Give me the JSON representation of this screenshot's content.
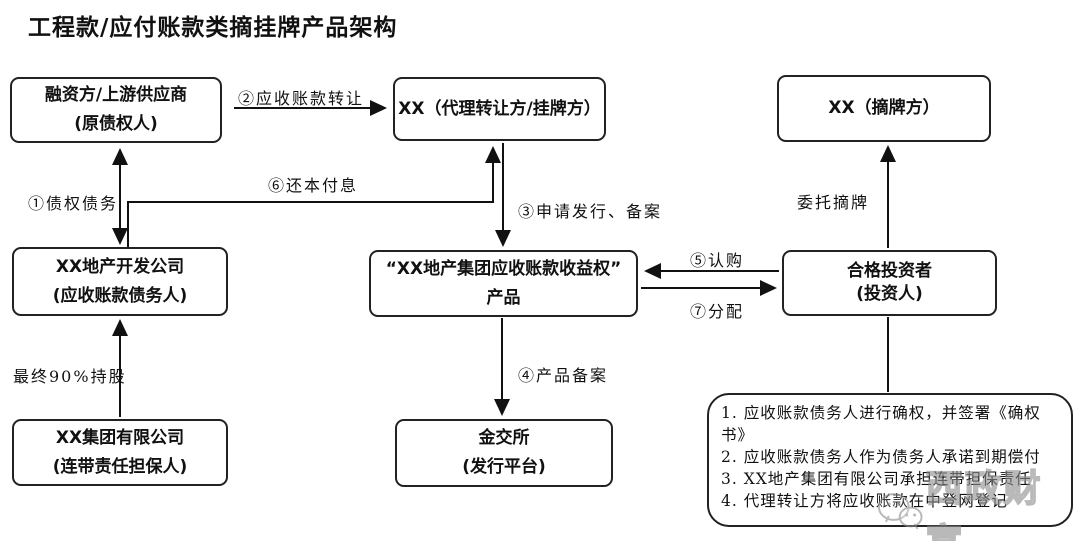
{
  "title": "工程款/应付账款类摘挂牌产品架构",
  "boxes": {
    "financier": {
      "line1": "融资方/上游供应商",
      "line2": "(原债权人)"
    },
    "agent": {
      "line1": "XX（代理转让方/挂牌方）"
    },
    "delister": {
      "line1": "XX（摘牌方）"
    },
    "developer": {
      "line1": "XX地产开发公司",
      "line2": "(应收账款债务人)"
    },
    "product": {
      "line1": "“XX地产集团应收账款收益权”",
      "line2": "产品"
    },
    "investor": {
      "line1": "合格投资者",
      "line2": "(投资人)"
    },
    "group": {
      "line1": "XX集团有限公司",
      "line2": "(连带责任担保人)"
    },
    "exchange": {
      "line1": "金交所",
      "line2": "(发行平台)"
    }
  },
  "labels": {
    "step1": "①债权债务",
    "step2": "②应收账款转让",
    "step3": "③申请发行、备案",
    "step4": "④产品备案",
    "step5": "⑤认购",
    "step6": "⑥还本付息",
    "step7": "⑦分配",
    "delegate": "委托摘牌",
    "holding": "最终90%持股"
  },
  "notes": {
    "items": [
      "1. 应收账款债务人进行确权，并签署《确权书》",
      "2. 应收账款债务人作为债务人承诺到期偿付",
      "3. XX地产集团有限公司承担连带担保责任",
      "4. 代理转让方将应收账款在中登网登记"
    ]
  },
  "watermark": {
    "text": "西政财富",
    "icon": "wechat-icon",
    "color": "#8f8f8f"
  },
  "line_color": "#111111"
}
